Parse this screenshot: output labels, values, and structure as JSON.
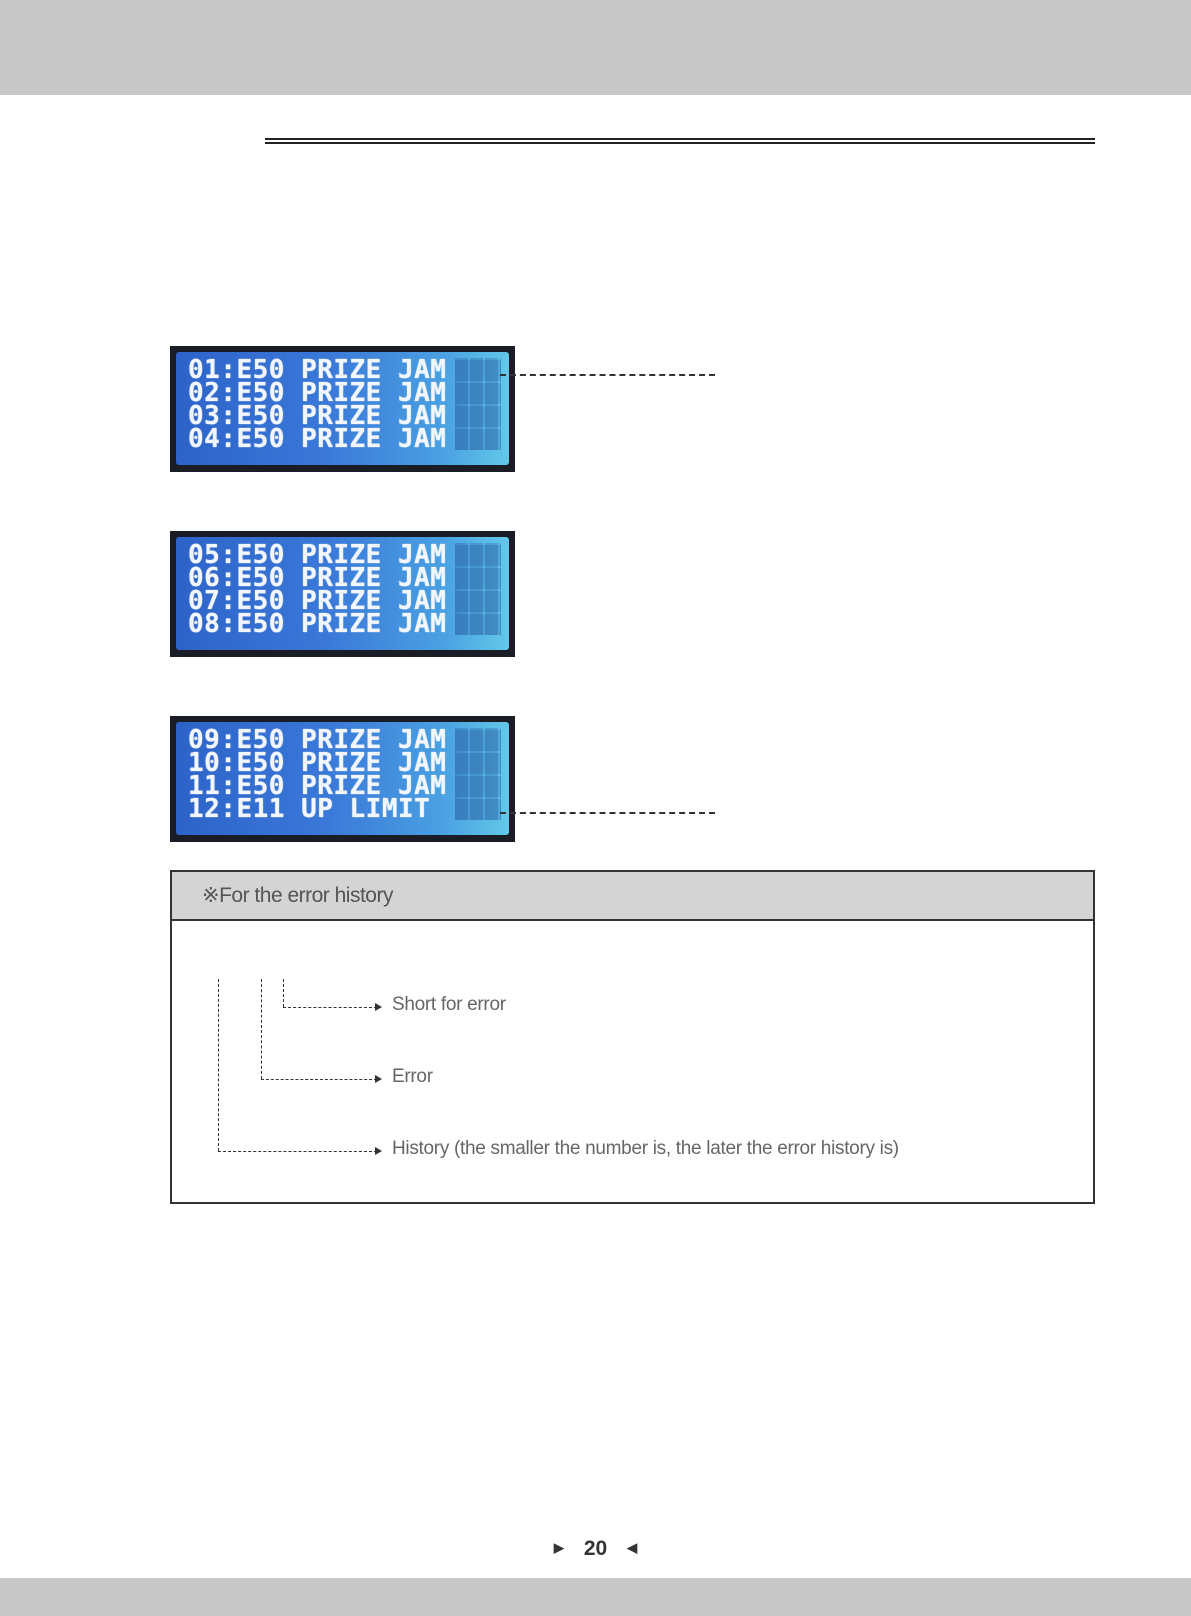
{
  "lcd_screens": [
    {
      "lines": [
        "01:E50 PRIZE JAM",
        "02:E50 PRIZE JAM",
        "03:E50 PRIZE JAM",
        "04:E50 PRIZE JAM"
      ]
    },
    {
      "lines": [
        "05:E50 PRIZE JAM",
        "06:E50 PRIZE JAM",
        "07:E50 PRIZE JAM",
        "08:E50 PRIZE JAM"
      ]
    },
    {
      "lines": [
        "09:E50 PRIZE JAM",
        "10:E50 PRIZE JAM",
        "11:E50 PRIZE JAM",
        "12:E11 UP LIMIT"
      ]
    }
  ],
  "note": {
    "title": "※For the error history",
    "items": {
      "short_for_error": "Short for error",
      "error": "Error",
      "history": "History (the smaller the number is, the later the error history is)"
    }
  },
  "footer": {
    "page_number": "20",
    "left_marker": "▶",
    "right_marker": "◀"
  },
  "colors": {
    "band": "#c8c8c8",
    "lcd_background": "#2d63c9",
    "lcd_text": "#f2f6ff"
  }
}
